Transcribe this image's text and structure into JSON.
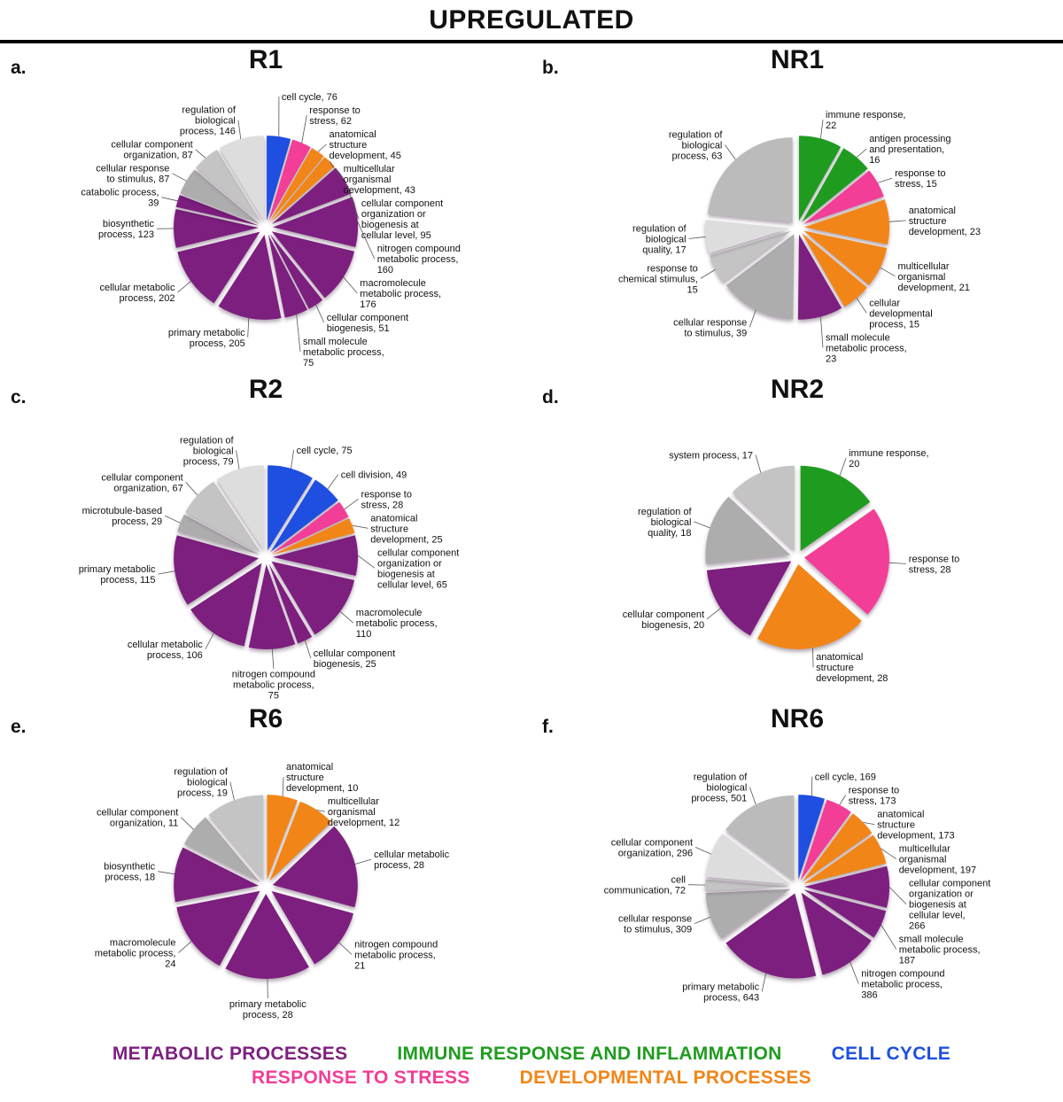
{
  "header": {
    "title": "UPREGULATED"
  },
  "palette": {
    "metabolic": "#7d1f7f",
    "immune": "#1f9c1f",
    "cell_cycle": "#1f4fe0",
    "stress": "#f23e96",
    "developmental": "#f28518",
    "other": [
      "#adadad",
      "#c4c4c4",
      "#dddddd",
      "#bbbbbb"
    ]
  },
  "legend": {
    "row1": [
      {
        "label": "METABOLIC PROCESSES",
        "cat": "metabolic"
      },
      {
        "label": "IMMUNE RESPONSE AND INFLAMMATION",
        "cat": "immune"
      },
      {
        "label": "CELL CYCLE",
        "cat": "cell_cycle"
      }
    ],
    "row2": [
      {
        "label": "RESPONSE TO STRESS",
        "cat": "stress"
      },
      {
        "label": "DEVELOPMENTAL PROCESSES",
        "cat": "developmental"
      }
    ]
  },
  "chart_data": [
    {
      "type": "pie",
      "panel": "a.",
      "title": "R1",
      "start_angle": -90,
      "direction": "clockwise",
      "slices": [
        {
          "label": "cell cycle",
          "value": 76,
          "cat": "cell_cycle"
        },
        {
          "label": "response to stress",
          "value": 62,
          "cat": "stress"
        },
        {
          "label": "anatomical structure development",
          "value": 45,
          "cat": "developmental"
        },
        {
          "label": "multicellular organismal development",
          "value": 43,
          "cat": "developmental"
        },
        {
          "label": "cellular component organization or biogenesis at cellular level",
          "value": 95,
          "cat": "metabolic"
        },
        {
          "label": "nitrogen compound metabolic process",
          "value": 160,
          "cat": "metabolic"
        },
        {
          "label": "macromolecule metabolic process",
          "value": 176,
          "cat": "metabolic"
        },
        {
          "label": "cellular component biogenesis",
          "value": 51,
          "cat": "metabolic"
        },
        {
          "label": "small molecule metabolic process",
          "value": 75,
          "cat": "metabolic"
        },
        {
          "label": "primary metabolic process",
          "value": 205,
          "cat": "metabolic"
        },
        {
          "label": "cellular metabolic process",
          "value": 202,
          "cat": "metabolic"
        },
        {
          "label": "biosynthetic process",
          "value": 123,
          "cat": "metabolic"
        },
        {
          "label": "catabolic process",
          "value": 39,
          "cat": "metabolic"
        },
        {
          "label": "cellular response to stimulus",
          "value": 87,
          "cat": "other"
        },
        {
          "label": "cellular component organization",
          "value": 87,
          "cat": "other"
        },
        {
          "label": "regulation of biological process",
          "value": 146,
          "cat": "other"
        }
      ]
    },
    {
      "type": "pie",
      "panel": "b.",
      "title": "NR1",
      "start_angle": -90,
      "direction": "clockwise",
      "slices": [
        {
          "label": "immune response",
          "value": 22,
          "cat": "immune"
        },
        {
          "label": "antigen processing and presentation",
          "value": 16,
          "cat": "immune"
        },
        {
          "label": "response to stress",
          "value": 15,
          "cat": "stress"
        },
        {
          "label": "anatomical structure development",
          "value": 23,
          "cat": "developmental"
        },
        {
          "label": "multicellular organismal development",
          "value": 21,
          "cat": "developmental"
        },
        {
          "label": "cellular developmental process",
          "value": 15,
          "cat": "developmental"
        },
        {
          "label": "small molecule metabolic process",
          "value": 23,
          "cat": "metabolic"
        },
        {
          "label": "cellular response to stimulus",
          "value": 39,
          "cat": "other"
        },
        {
          "label": "response to chemical stimulus",
          "value": 15,
          "cat": "other"
        },
        {
          "label": "regulation of biological quality",
          "value": 17,
          "cat": "other"
        },
        {
          "label": "regulation of biological process",
          "value": 63,
          "cat": "other"
        }
      ]
    },
    {
      "type": "pie",
      "panel": "c.",
      "title": "R2",
      "start_angle": -90,
      "direction": "clockwise",
      "slices": [
        {
          "label": "cell cycle",
          "value": 75,
          "cat": "cell_cycle"
        },
        {
          "label": "cell division",
          "value": 49,
          "cat": "cell_cycle"
        },
        {
          "label": "response to stress",
          "value": 28,
          "cat": "stress"
        },
        {
          "label": "anatomical structure development",
          "value": 25,
          "cat": "developmental"
        },
        {
          "label": "cellular component organization or biogenesis at cellular level",
          "value": 65,
          "cat": "metabolic"
        },
        {
          "label": "macromolecule metabolic process",
          "value": 110,
          "cat": "metabolic"
        },
        {
          "label": "cellular component biogenesis",
          "value": 25,
          "cat": "metabolic"
        },
        {
          "label": "nitrogen compound metabolic process",
          "value": 75,
          "cat": "metabolic"
        },
        {
          "label": "cellular metabolic process",
          "value": 106,
          "cat": "metabolic"
        },
        {
          "label": "primary metabolic process",
          "value": 115,
          "cat": "metabolic"
        },
        {
          "label": "microtubule-based process",
          "value": 29,
          "cat": "other"
        },
        {
          "label": "cellular component organization",
          "value": 67,
          "cat": "other"
        },
        {
          "label": "regulation of biological process",
          "value": 79,
          "cat": "other"
        }
      ]
    },
    {
      "type": "pie",
      "panel": "d.",
      "title": "NR2",
      "start_angle": -90,
      "direction": "clockwise",
      "slices": [
        {
          "label": "immune response",
          "value": 20,
          "cat": "immune"
        },
        {
          "label": "response to stress",
          "value": 28,
          "cat": "stress"
        },
        {
          "label": "anatomical structure development",
          "value": 28,
          "cat": "developmental"
        },
        {
          "label": "cellular component biogenesis",
          "value": 20,
          "cat": "metabolic"
        },
        {
          "label": "regulation of biological quality",
          "value": 18,
          "cat": "other"
        },
        {
          "label": "system process",
          "value": 17,
          "cat": "other"
        }
      ]
    },
    {
      "type": "pie",
      "panel": "e.",
      "title": "R6",
      "start_angle": -90,
      "direction": "clockwise",
      "slices": [
        {
          "label": "anatomical structure development",
          "value": 10,
          "cat": "developmental"
        },
        {
          "label": "multicellular organismal development",
          "value": 12,
          "cat": "developmental"
        },
        {
          "label": "cellular metabolic process",
          "value": 28,
          "cat": "metabolic"
        },
        {
          "label": "nitrogen compound metabolic process",
          "value": 21,
          "cat": "metabolic"
        },
        {
          "label": "primary metabolic process",
          "value": 28,
          "cat": "metabolic"
        },
        {
          "label": "macromolecule metabolic process",
          "value": 24,
          "cat": "metabolic"
        },
        {
          "label": "biosynthetic process",
          "value": 18,
          "cat": "metabolic"
        },
        {
          "label": "cellular component organization",
          "value": 11,
          "cat": "other"
        },
        {
          "label": "regulation of biological process",
          "value": 19,
          "cat": "other"
        }
      ]
    },
    {
      "type": "pie",
      "panel": "f.",
      "title": "NR6",
      "start_angle": -90,
      "direction": "clockwise",
      "slices": [
        {
          "label": "cell cycle",
          "value": 169,
          "cat": "cell_cycle"
        },
        {
          "label": "response to stress",
          "value": 173,
          "cat": "stress"
        },
        {
          "label": "anatomical structure development",
          "value": 173,
          "cat": "developmental"
        },
        {
          "label": "multicellular organismal development",
          "value": 197,
          "cat": "developmental"
        },
        {
          "label": "cellular component organization or biogenesis at cellular level",
          "value": 266,
          "cat": "metabolic"
        },
        {
          "label": "small molecule metabolic process",
          "value": 187,
          "cat": "metabolic"
        },
        {
          "label": "nitrogen compound metabolic process",
          "value": 386,
          "cat": "metabolic"
        },
        {
          "label": "primary metabolic process",
          "value": 643,
          "cat": "metabolic"
        },
        {
          "label": "cellular response to stimulus",
          "value": 309,
          "cat": "other"
        },
        {
          "label": "cell communication",
          "value": 72,
          "cat": "other"
        },
        {
          "label": "cellular component organization",
          "value": 296,
          "cat": "other"
        },
        {
          "label": "regulation of biological process",
          "value": 501,
          "cat": "other"
        }
      ]
    }
  ]
}
